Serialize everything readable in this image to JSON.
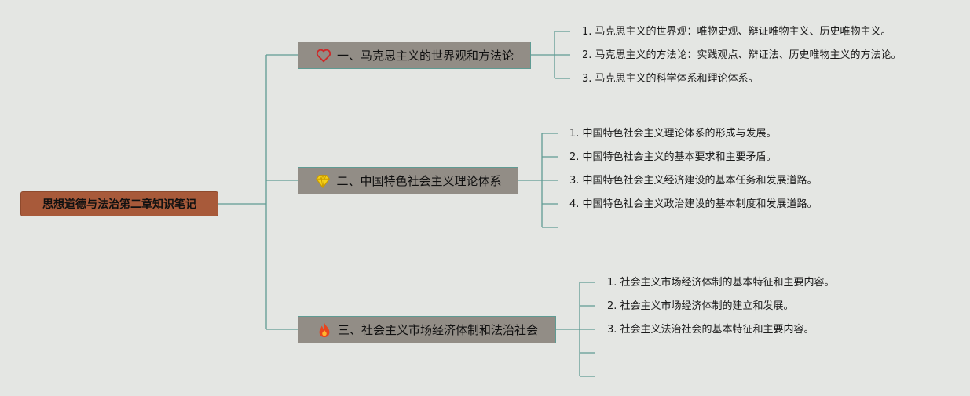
{
  "root": {
    "label": "思想道德与法治第二章知识笔记"
  },
  "branches": [
    {
      "icon": "heart-icon",
      "label": "一、马克思主义的世界观和方法论",
      "items": [
        "1. 马克思主义的世界观：唯物史观、辩证唯物主义、历史唯物主义。",
        "2. 马克思主义的方法论：实践观点、辩证法、历史唯物主义的方法论。",
        "3. 马克思主义的科学体系和理论体系。"
      ]
    },
    {
      "icon": "diamond-icon",
      "label": "二、中国特色社会主义理论体系",
      "items": [
        "1. 中国特色社会主义理论体系的形成与发展。",
        "2. 中国特色社会主义的基本要求和主要矛盾。",
        "3. 中国特色社会主义经济建设的基本任务和发展道路。",
        "4. 中国特色社会主义政治建设的基本制度和发展道路。"
      ]
    },
    {
      "icon": "fire-icon",
      "label": "三、社会主义市场经济体制和法治社会",
      "items": [
        "1. 社会主义市场经济体制的基本特征和主要内容。",
        "2. 社会主义市场经济体制的建立和发展。",
        "3. 社会主义法治社会的基本特征和主要内容。"
      ]
    }
  ],
  "colors": {
    "root_fill": "#a85a3a",
    "branch_fill": "#928d86",
    "line": "#5f9b93",
    "background": "#e4e6e3"
  }
}
